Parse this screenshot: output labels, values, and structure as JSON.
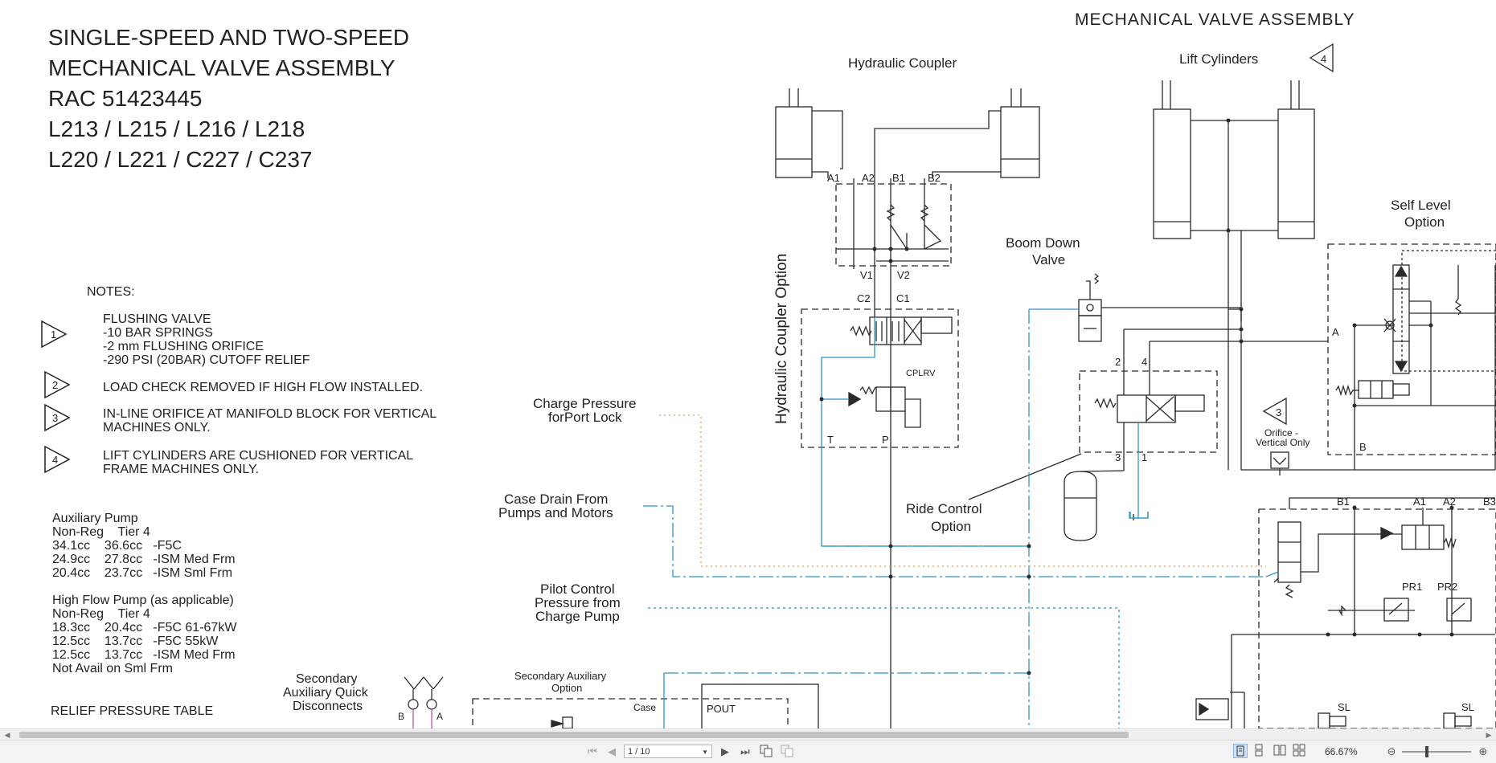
{
  "drawing": {
    "main_title": "MECHANICAL VALVE ASSEMBLY",
    "heading_lines": [
      "SINGLE-SPEED AND TWO-SPEED",
      "MECHANICAL VALVE ASSEMBLY",
      "RAC 51423445",
      "L213 / L215 / L216 / L218",
      "L220 / L221 / C227 / C237"
    ],
    "notes_heading": "NOTES:",
    "notes": [
      {
        "num": "1",
        "lines": [
          "FLUSHING VALVE",
          "-10 BAR SPRINGS",
          "-2 mm FLUSHING ORIFICE",
          "-290 PSI (20BAR) CUTOFF RELIEF"
        ]
      },
      {
        "num": "2",
        "lines": [
          "LOAD CHECK REMOVED IF HIGH FLOW INSTALLED."
        ]
      },
      {
        "num": "3",
        "lines": [
          "IN-LINE ORIFICE AT MANIFOLD BLOCK FOR VERTICAL",
          "MACHINES ONLY."
        ]
      },
      {
        "num": "4",
        "lines": [
          "LIFT CYLINDERS ARE CUSHIONED FOR VERTICAL",
          "FRAME MACHINES ONLY."
        ]
      }
    ],
    "aux_pump": {
      "title": "Auxiliary Pump",
      "header": "Non-Reg    Tier 4",
      "rows": [
        "34.1cc    36.6cc   -F5C",
        "24.9cc    27.8cc   -ISM Med Frm",
        "20.4cc    23.7cc   -ISM Sml Frm"
      ]
    },
    "high_flow_pump": {
      "title": "High Flow Pump (as applicable)",
      "header": "Non-Reg    Tier 4",
      "rows": [
        "18.3cc    20.4cc   -F5C 61-67kW",
        "12.5cc    13.7cc   -F5C 55kW",
        "12.5cc    13.7cc   -ISM Med Frm",
        "Not Avail on Sml Frm"
      ]
    },
    "relief_table_title": "RELIEF PRESSURE TABLE",
    "labels": {
      "hydraulic_coupler": "Hydraulic Coupler",
      "hydraulic_coupler_option": "Hydraulic Coupler Option",
      "lift_cylinders": "Lift Cylinders",
      "lift_cylinders_note": "4",
      "self_level_1": "Self Level",
      "self_level_2": "Option",
      "boom_down_1": "Boom Down",
      "boom_down_2": "Valve",
      "ride_control_1": "Ride Control",
      "ride_control_2": "Option",
      "orifice_1": "Orifice -",
      "orifice_2": "Vertical Only",
      "orifice_note": "3",
      "charge_pressure_1": "Charge Pressure",
      "charge_pressure_2": "forPort Lock",
      "case_drain_1": "Case Drain From",
      "case_drain_2": "Pumps and Motors",
      "pilot_control_1": "Pilot Control",
      "pilot_control_2": "Pressure from",
      "pilot_control_3": "Charge Pump",
      "secondary_aux_1": "Secondary Auxiliary",
      "secondary_aux_2": "Option",
      "secondary_qd_1": "Secondary",
      "secondary_qd_2": "Auxiliary Quick",
      "secondary_qd_3": "Disconnects",
      "cplrv": "CPLRV",
      "case": "Case",
      "pout": "POUT",
      "pr1": "PR1",
      "pr2": "PR2",
      "sl": "SL"
    },
    "ports": {
      "a1": "A1",
      "a2": "A2",
      "b1": "B1",
      "b2": "B2",
      "v1": "V1",
      "v2": "V2",
      "c1": "C1",
      "c2": "C2",
      "t": "T",
      "p": "P",
      "rc2": "2",
      "rc4": "4",
      "rc3": "3",
      "rc1": "1",
      "a": "A",
      "b": "B",
      "qd_a": "A",
      "qd_b": "B",
      "b1r": "B1",
      "a1r": "A1",
      "a2r": "A2",
      "b3r": "B3"
    }
  },
  "toolbar": {
    "page_indicator": "1 / 10",
    "zoom": "66.67%",
    "first_icon": "first-page-icon",
    "prev_icon": "previous-page-icon",
    "next_icon": "next-page-icon",
    "last_icon": "last-page-icon"
  },
  "colors": {
    "line": "#2a2a2a",
    "pilot_blue": "#2f95c4",
    "charge_orange": "#d8a060",
    "accent_selected": "#cfe2f7"
  }
}
